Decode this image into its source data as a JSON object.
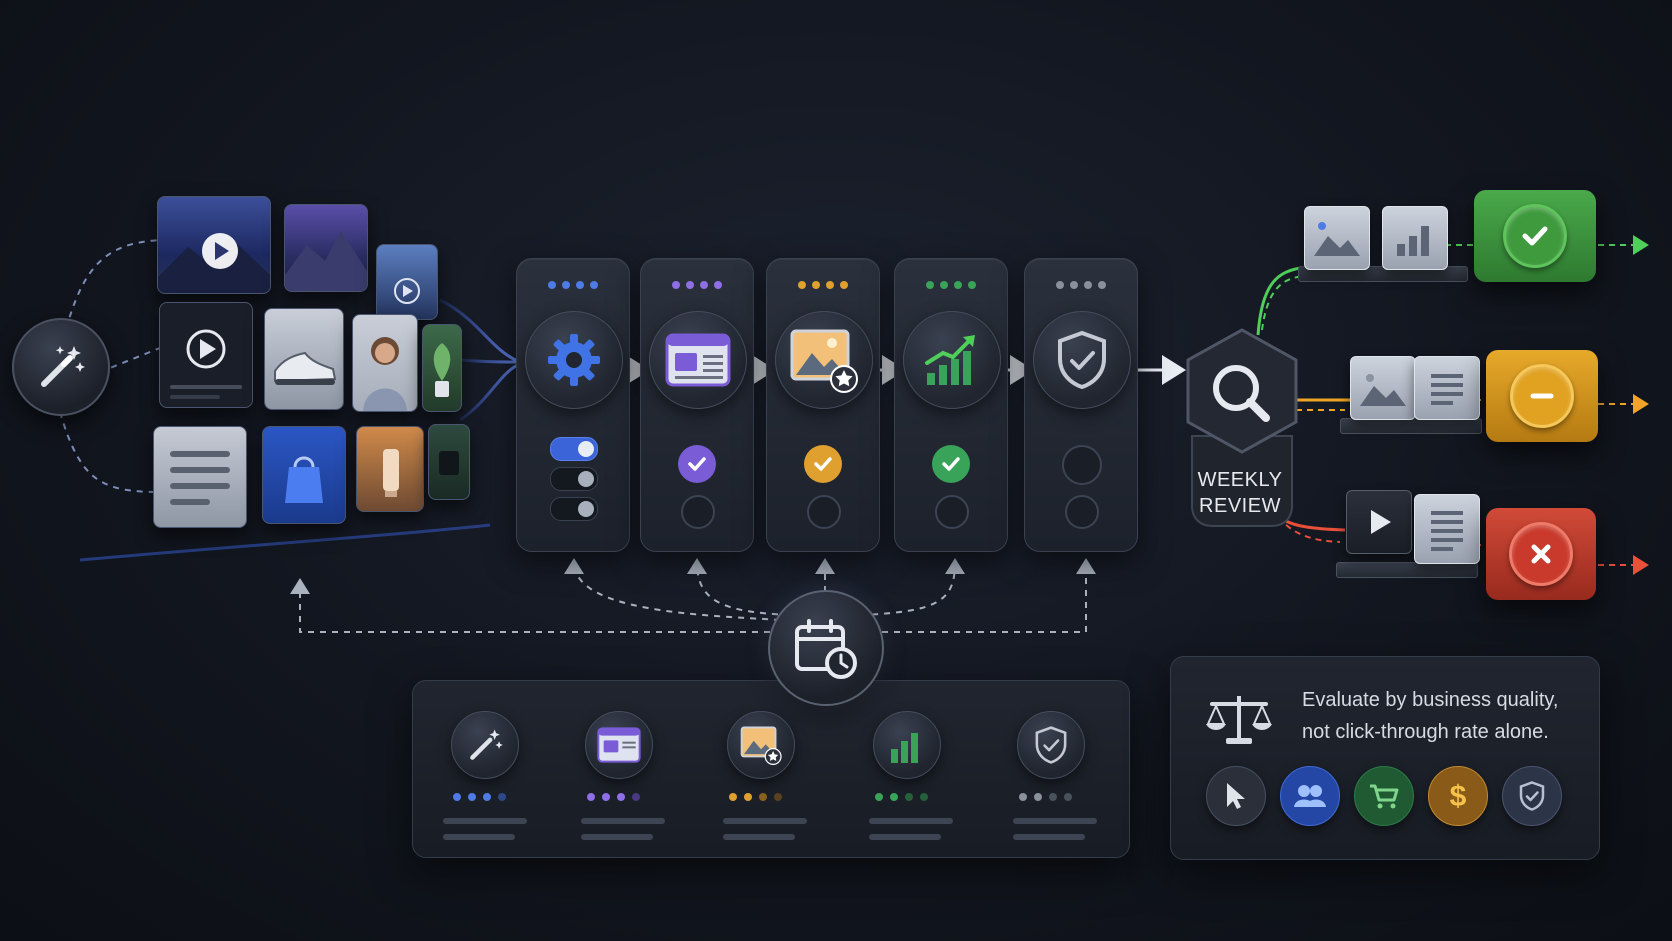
{
  "review": {
    "label_line1": "WEEKLY",
    "label_line2": "REVIEW"
  },
  "note": {
    "line1": "Evaluate by business quality,",
    "line2": "not click-through rate alone."
  },
  "stages": [
    {
      "icon": "gear-icon",
      "color": "#3f73e6"
    },
    {
      "icon": "layout-icon",
      "color": "#7a5cd6"
    },
    {
      "icon": "image-star-icon",
      "color": "#e0a030"
    },
    {
      "icon": "chart-growth-icon",
      "color": "#3aa35a"
    },
    {
      "icon": "shield-check-icon",
      "color": "#8a909c"
    }
  ],
  "outcomes": [
    {
      "icon": "check-icon",
      "color": "#3f9a3e"
    },
    {
      "icon": "minus-icon",
      "color": "#e0a220"
    },
    {
      "icon": "close-icon",
      "color": "#c93a2c"
    }
  ],
  "metrics": [
    {
      "icon": "cursor-icon",
      "color": "#2a2f3a"
    },
    {
      "icon": "users-icon",
      "color": "#2447a6"
    },
    {
      "icon": "cart-icon",
      "color": "#1f5a33"
    },
    {
      "icon": "dollar-icon",
      "color": "#8a5a18"
    },
    {
      "icon": "shield-icon",
      "color": "#2c3447"
    }
  ]
}
